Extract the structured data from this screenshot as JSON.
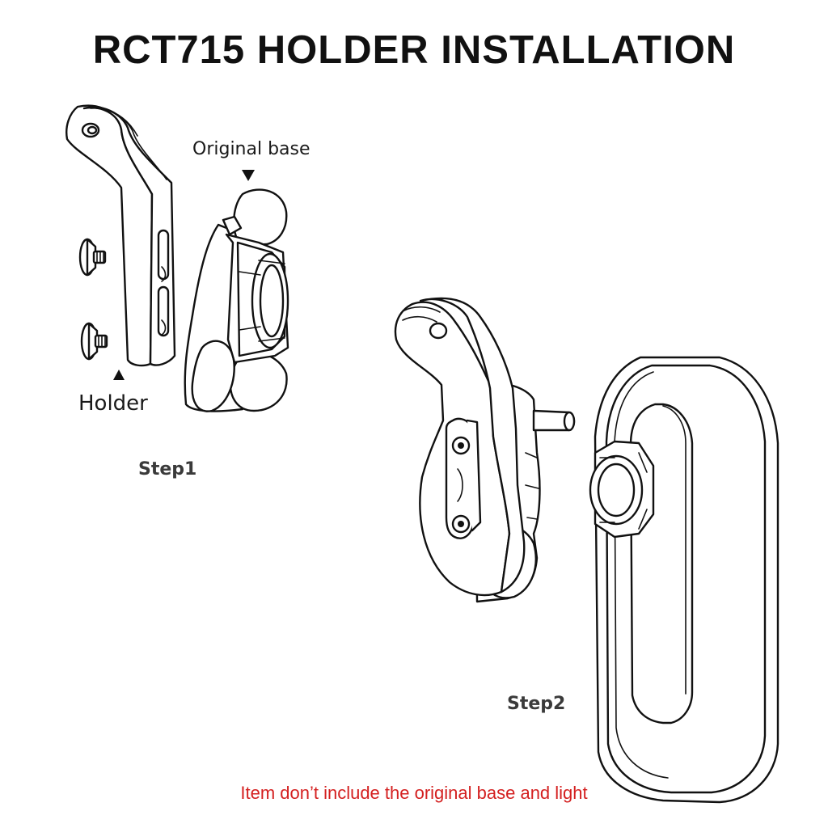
{
  "title": "RCT715 HOLDER INSTALLATION",
  "labels": {
    "original_base": "Original base",
    "holder": "Holder",
    "step1": "Step1",
    "step2": "Step2"
  },
  "note": {
    "text": "Item don’t include the original base and light",
    "color": "#d42020"
  }
}
